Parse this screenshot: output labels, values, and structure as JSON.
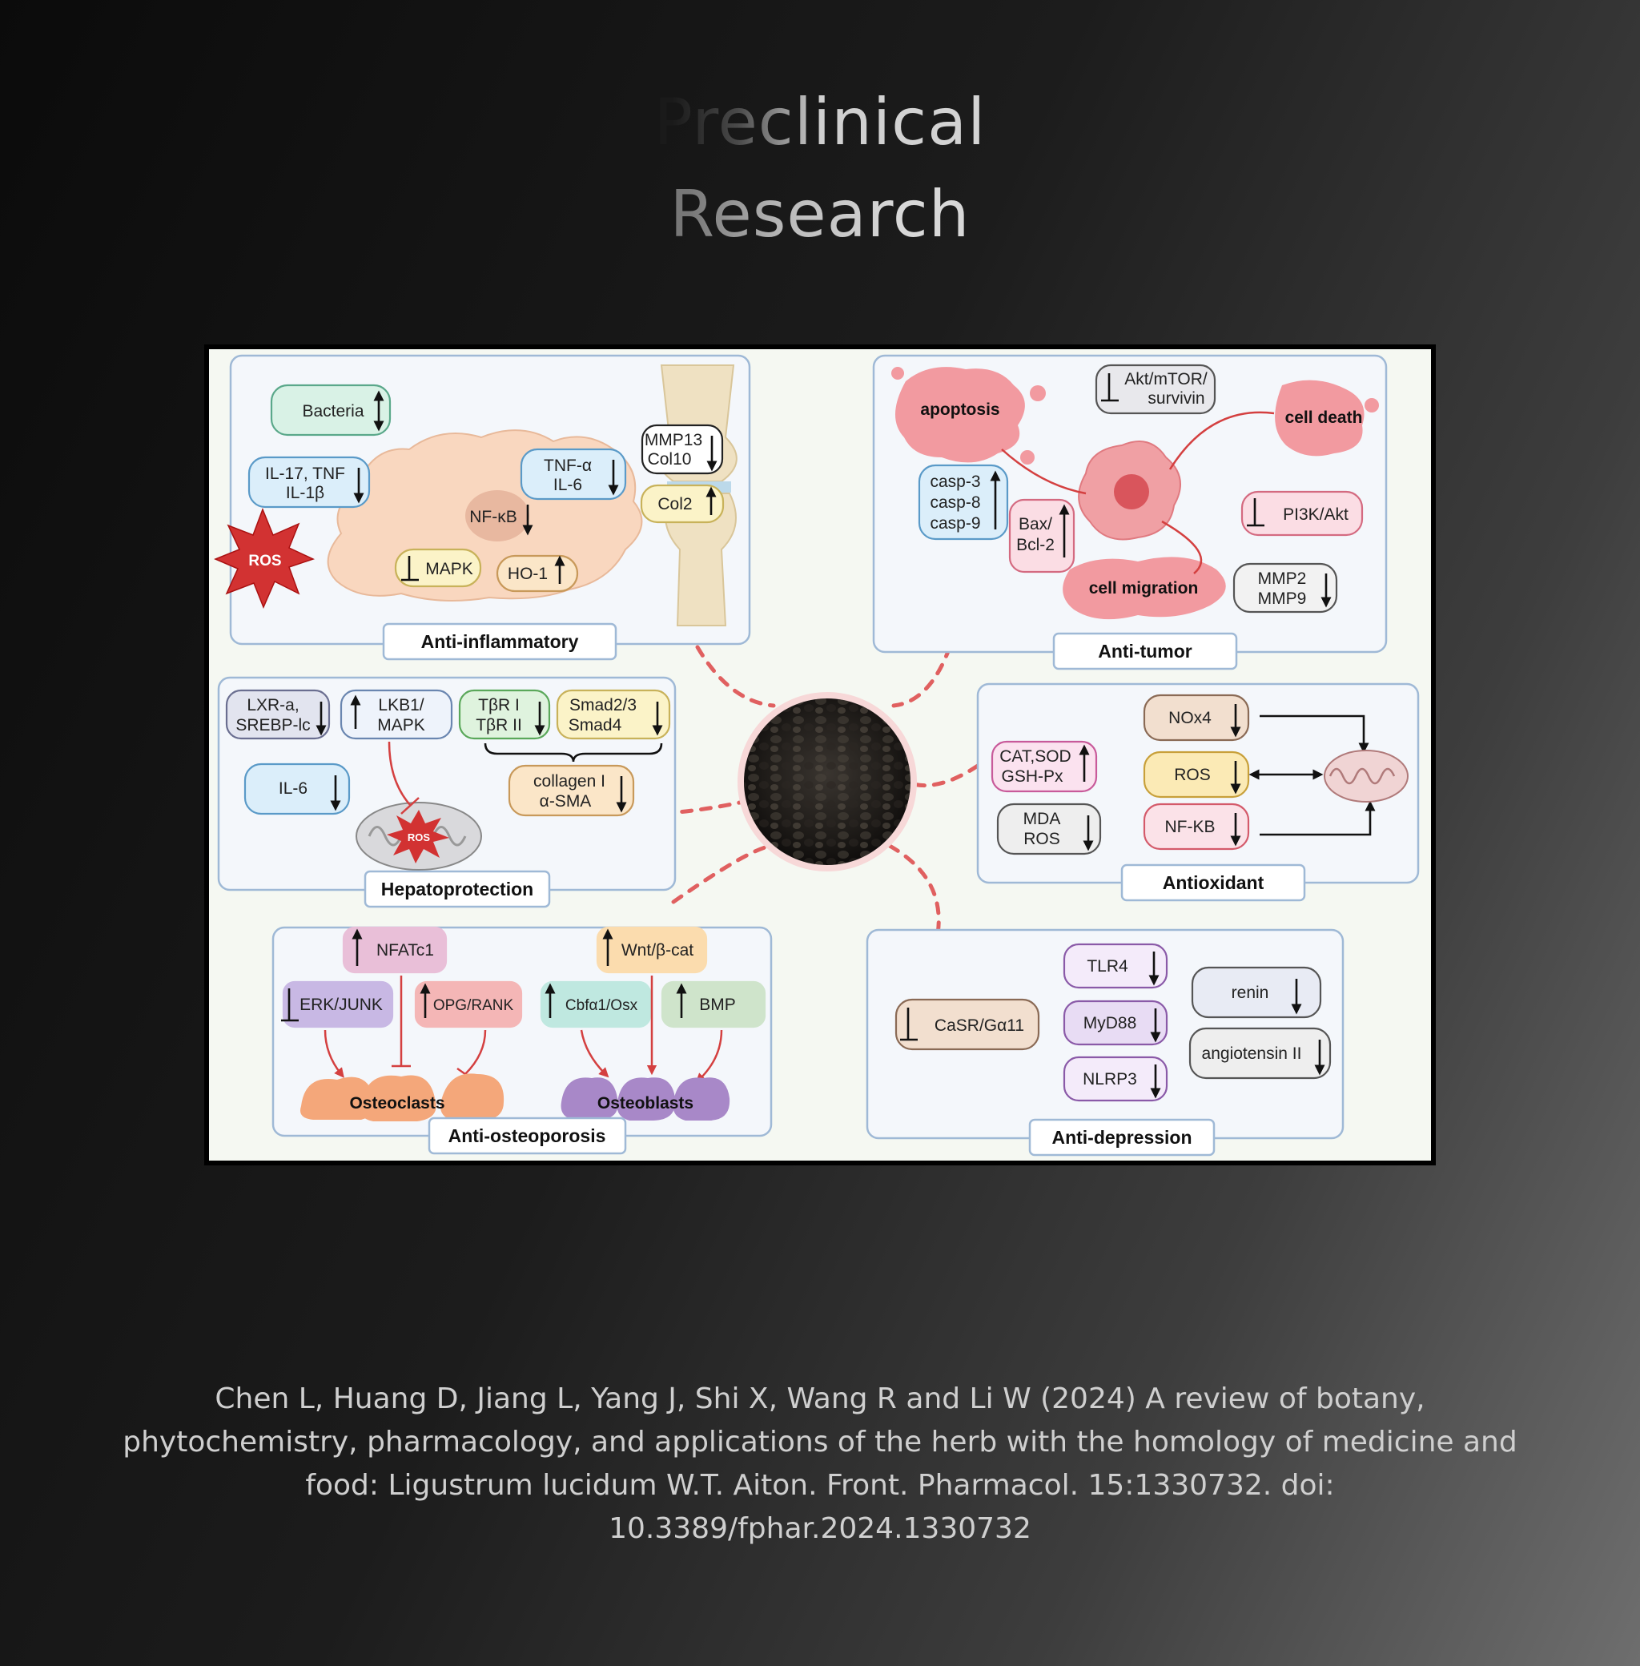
{
  "title": {
    "line1": "Preclinical",
    "line2": "Research"
  },
  "citation": "Chen L, Huang D, Jiang L, Yang J, Shi X, Wang R and Li W (2024) A review of botany, phytochemistry, pharmacology, and applications of the herb with the homology of medicine and food: Ligustrum lucidum W.T. Aiton. Front. Pharmacol. 15:1330732. doi: 10.3389/fphar.2024.1330732",
  "panels": {
    "anti_inflammatory": {
      "label": "Anti-inflammatory",
      "bacteria": "Bacteria",
      "il17_line1": "IL-17, TNF",
      "il17_line2": "IL-1β",
      "ros": "ROS",
      "nfkb": "NF-κB",
      "mapk": "MAPK",
      "ho1": "HO-1",
      "tnf_line1": "TNF-α",
      "tnf_line2": "IL-6",
      "mmp13": "MMP13",
      "col10": "Col10",
      "col2": "Col2"
    },
    "anti_tumor": {
      "label": "Anti-tumor",
      "apoptosis": "apoptosis",
      "akt_line1": "Akt/mTOR/",
      "akt_line2": "survivin",
      "cell_death": "cell death",
      "casp3": "casp-3",
      "casp8": "casp-8",
      "casp9": "casp-9",
      "bax_line1": "Bax/",
      "bax_line2": "Bcl-2",
      "pi3k": "PI3K/Akt",
      "cell_migration": "cell migration",
      "mmp2": "MMP2",
      "mmp9": "MMP9"
    },
    "hepatoprotection": {
      "label": "Hepatoprotection",
      "lxr_line1": "LXR-a,",
      "lxr_line2": "SREBP-lc",
      "lkb1_line1": "LKB1/",
      "lkb1_line2": "MAPK",
      "tbr_line1": "TβR I",
      "tbr_line2": "TβR II",
      "smad_line1": "Smad2/3",
      "smad_line2": "Smad4",
      "il6": "IL-6",
      "collagen_line1": "collagen I",
      "collagen_line2": "α-SMA",
      "ros": "ROS"
    },
    "antioxidant": {
      "label": "Antioxidant",
      "cat_line1": "CAT,SOD",
      "cat_line2": "GSH-Px",
      "mda_line1": "MDA",
      "mda_line2": "ROS",
      "nox4": "NOx4",
      "ros": "ROS",
      "nfkb": "NF-KB"
    },
    "anti_osteoporosis": {
      "label": "Anti-osteoporosis",
      "nfatc1": "NFATc1",
      "erk": "ERK/JUNK",
      "opg": "OPG/RANK",
      "wnt": "Wnt/β-cat",
      "cbfa": "Cbfα1/Osx",
      "bmp": "BMP",
      "osteoclasts": "Osteoclasts",
      "osteoblasts": "Osteoblasts"
    },
    "anti_depression": {
      "label": "Anti-depression",
      "casr": "CaSR/Gα11",
      "tlr4": "TLR4",
      "myd88": "MyD88",
      "nlrp3": "NLRP3",
      "renin": "renin",
      "angiotensin": "angiotensin II"
    }
  },
  "colors": {
    "panel_border": "#9fb9d6",
    "panel_fill": "#f4f7fb",
    "accent_red": "#d44040",
    "green_box": "#d9f2e6",
    "blue_box": "#dbeefa",
    "yellow_box": "#fbf3c8",
    "pink_box": "#fbdde4",
    "gray_box": "#e8e8ec",
    "tan_box": "#f2dfcf"
  }
}
